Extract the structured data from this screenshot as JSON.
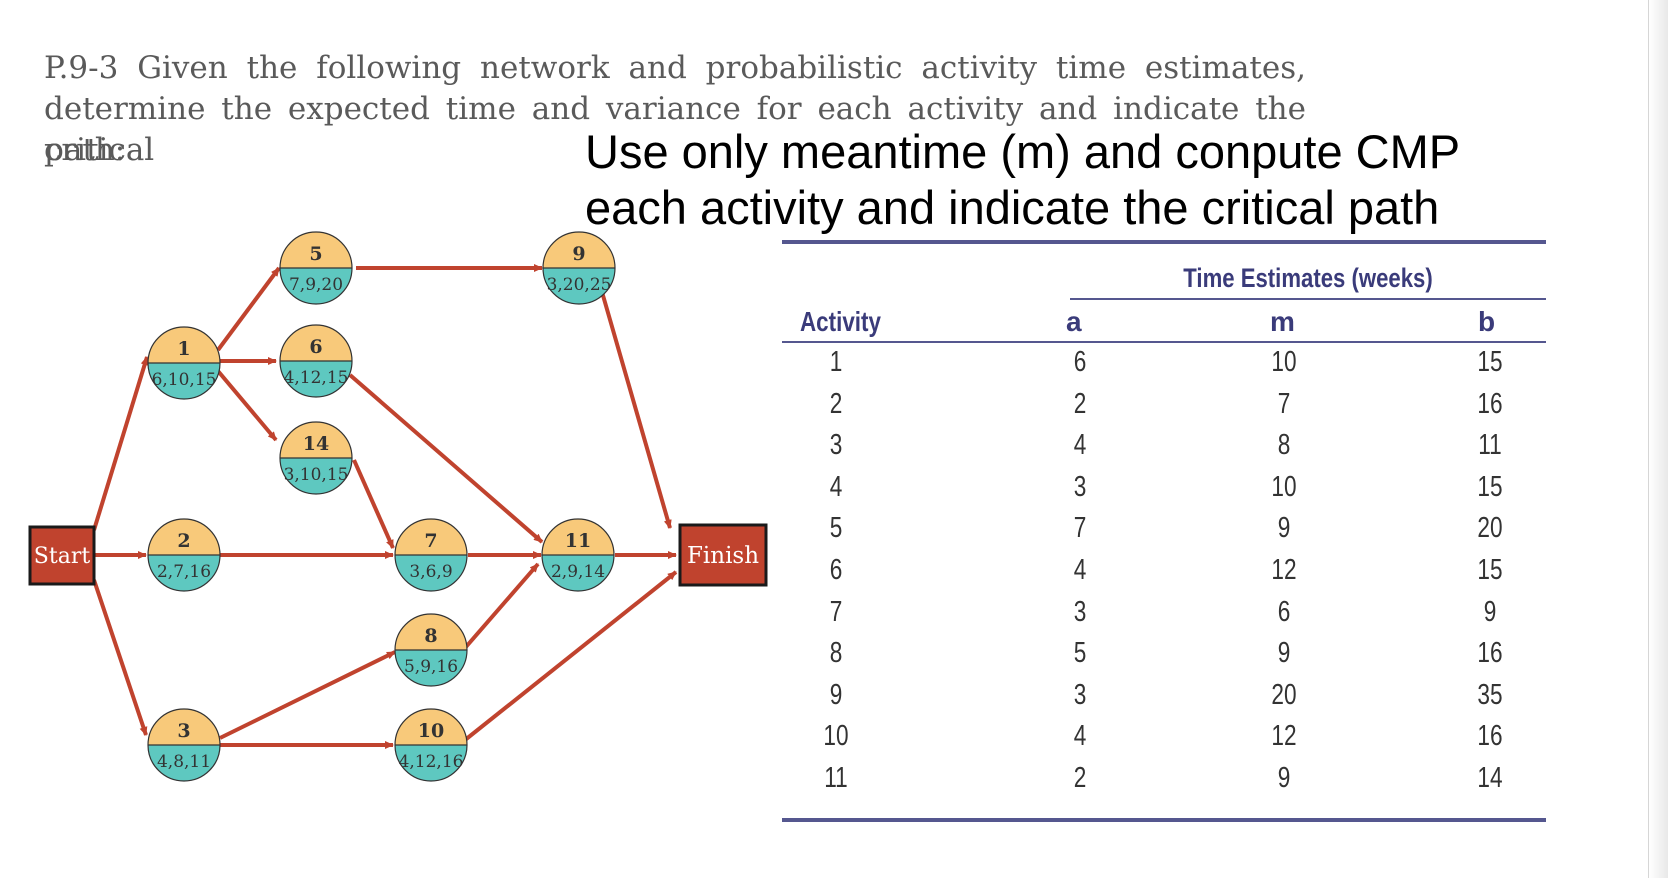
{
  "problem": {
    "lines": [
      "P.9-3 Given the following network and probabilistic activity time estimates,",
      "determine the expected time and variance for each activity and indicate the critical",
      "path:"
    ]
  },
  "annotation": {
    "lines": [
      "Use only meantime (m) and conpute CMP",
      "each activity and indicate the critical path"
    ]
  },
  "network": {
    "start_label": "Start",
    "finish_label": "Finish",
    "nodes": [
      {
        "id": "1",
        "estimates": "6,10,15"
      },
      {
        "id": "2",
        "estimates": "2,7,16"
      },
      {
        "id": "3",
        "estimates": "4,8,11"
      },
      {
        "id": "5",
        "estimates": "7,9,20"
      },
      {
        "id": "6",
        "estimates": "4,12,15"
      },
      {
        "id": "14",
        "estimates": "3,10,15"
      },
      {
        "id": "7",
        "estimates": "3,6,9"
      },
      {
        "id": "8",
        "estimates": "5,9,16"
      },
      {
        "id": "10",
        "estimates": "4,12,16"
      },
      {
        "id": "9",
        "estimates": "3,20,25"
      },
      {
        "id": "11",
        "estimates": "2,9,14"
      }
    ],
    "colors": {
      "arrow": "#c0432e",
      "node_top": "#f8c97a",
      "node_bottom": "#5ec8c0",
      "box": "#c0432e"
    }
  },
  "table": {
    "group_header": "Time Estimates (weeks)",
    "headers": [
      "Activity",
      "a",
      "m",
      "b"
    ],
    "rows": [
      [
        "1",
        "6",
        "10",
        "15"
      ],
      [
        "2",
        "2",
        "7",
        "16"
      ],
      [
        "3",
        "4",
        "8",
        "11"
      ],
      [
        "4",
        "3",
        "10",
        "15"
      ],
      [
        "5",
        "7",
        "9",
        "20"
      ],
      [
        "6",
        "4",
        "12",
        "15"
      ],
      [
        "7",
        "3",
        "6",
        "9"
      ],
      [
        "8",
        "5",
        "9",
        "16"
      ],
      [
        "9",
        "3",
        "20",
        "35"
      ],
      [
        "10",
        "4",
        "12",
        "16"
      ],
      [
        "11",
        "2",
        "9",
        "14"
      ]
    ]
  }
}
